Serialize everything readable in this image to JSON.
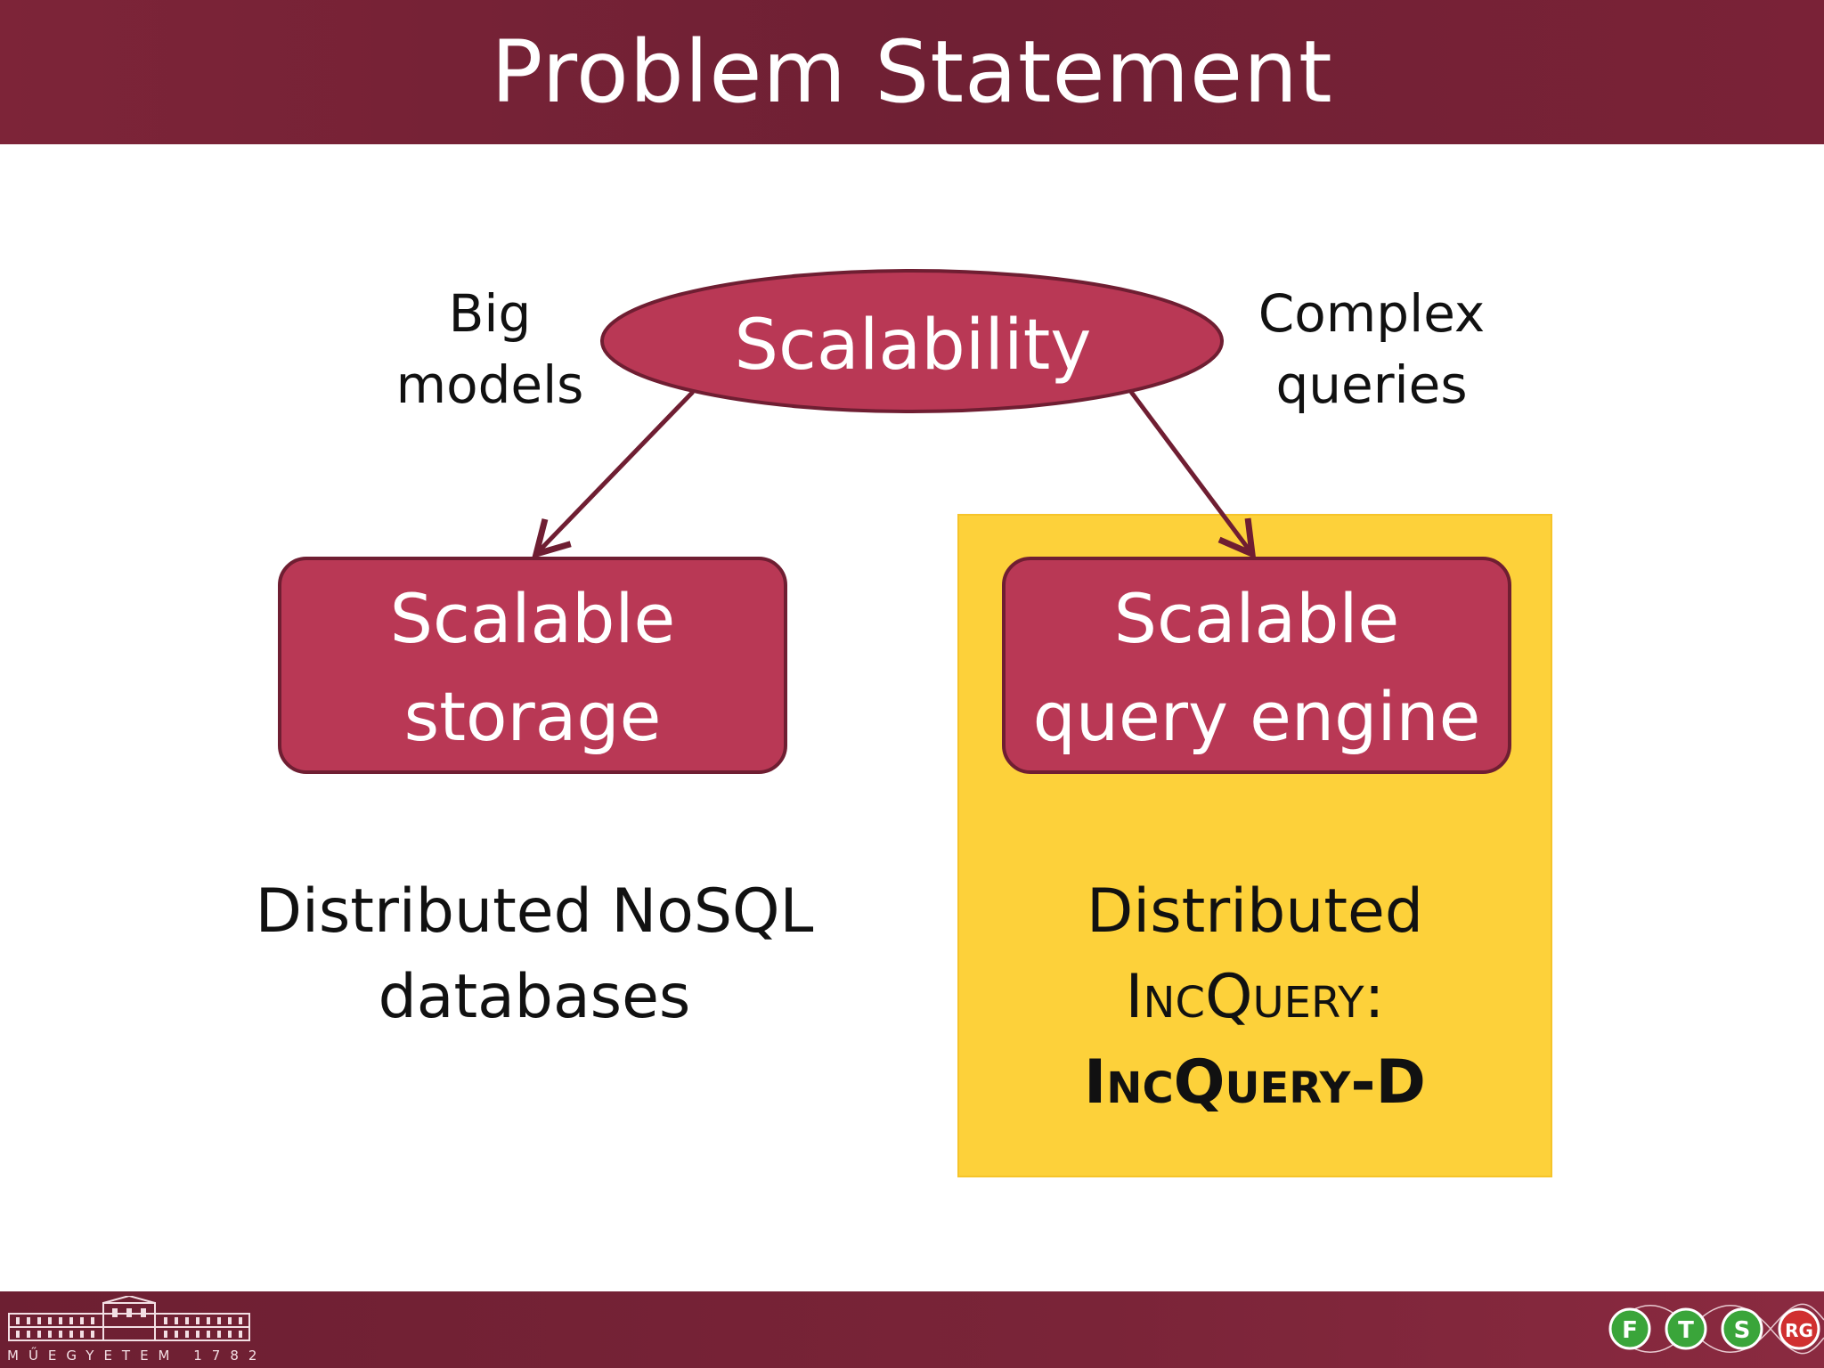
{
  "slide": {
    "title": "Problem Statement"
  },
  "diagram": {
    "root": "Scalability",
    "left_annotation": {
      "line1": "Big",
      "line2": "models"
    },
    "right_annotation": {
      "line1": "Complex",
      "line2": "queries"
    },
    "left_box": {
      "line1": "Scalable",
      "line2": "storage"
    },
    "right_box": {
      "line1": "Scalable",
      "line2": "query engine"
    },
    "left_caption": {
      "line1": "Distributed NoSQL",
      "line2": "databases"
    },
    "right_caption": {
      "line1": "Distributed",
      "line2": "IncQuery:",
      "line3": "IncQuery-D"
    }
  },
  "footer": {
    "university_text": "MŰEGYETEM 1782",
    "group_logo": {
      "letters": [
        "F",
        "T",
        "S",
        "RG"
      ]
    }
  },
  "colors": {
    "header_bg": "#76223a",
    "node_fill": "#b93855",
    "node_border": "#6f1e32",
    "arrow": "#6f1e32",
    "highlight": "#fdd13a"
  }
}
